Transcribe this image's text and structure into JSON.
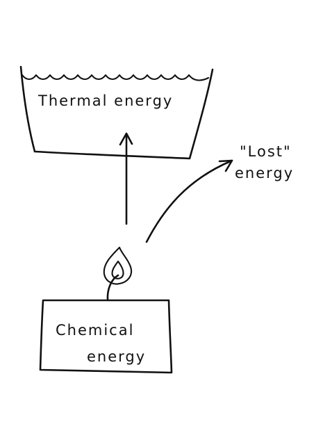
{
  "labels": {
    "thermal": "Thermal energy",
    "lost_line1": "\"Lost\"",
    "lost_line2": "energy",
    "chemical_line1": "Chemical",
    "chemical_line2": "energy"
  },
  "colors": {
    "ink": "#111111",
    "background": "#ffffff"
  }
}
